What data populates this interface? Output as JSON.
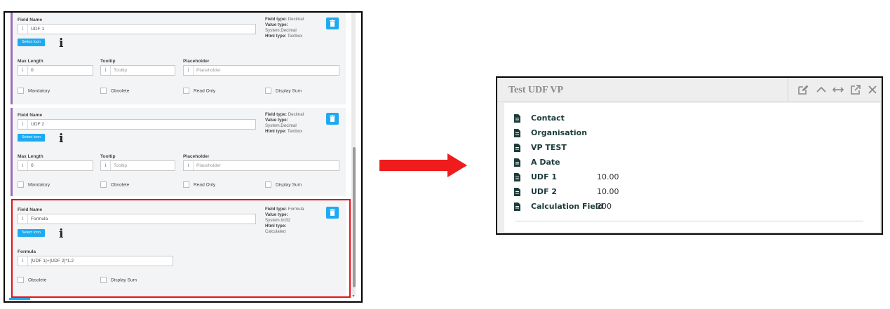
{
  "left": {
    "cards": [
      {
        "field_name_label": "Field Name",
        "field_name_value": "UDF 1",
        "select_icon_label": "Select Icon",
        "type_info": {
          "field_type_label": "Field type:",
          "field_type_value": "Decimal",
          "value_type_label": "Value type:",
          "value_type_value": "System.Decimal",
          "html_type_label": "Html type:",
          "html_type_value": "Textbox"
        },
        "max_length_label": "Max Length",
        "max_length_value": "0",
        "tooltip_label": "Tooltip",
        "tooltip_placeholder": "Tooltip",
        "placeholder_label": "Placeholder",
        "placeholder_placeholder": "Placeholder",
        "checkboxes": [
          "Mandatory",
          "Obsolete",
          "Read Only",
          "Display Sum"
        ]
      },
      {
        "field_name_label": "Field Name",
        "field_name_value": "UDF 2",
        "select_icon_label": "Select Icon",
        "type_info": {
          "field_type_label": "Field type:",
          "field_type_value": "Decimal",
          "value_type_label": "Value type:",
          "value_type_value": "System.Decimal",
          "html_type_label": "Html type:",
          "html_type_value": "Textbox"
        },
        "max_length_label": "Max Length",
        "max_length_value": "0",
        "tooltip_label": "Tooltip",
        "tooltip_placeholder": "Tooltip",
        "placeholder_label": "Placeholder",
        "placeholder_placeholder": "Placeholder",
        "checkboxes": [
          "Mandatory",
          "Obsolete",
          "Read Only",
          "Display Sum"
        ]
      },
      {
        "field_name_label": "Field Name",
        "field_name_value": "Formula",
        "select_icon_label": "Select Icon",
        "type_info": {
          "field_type_label": "Field type:",
          "field_type_value": "Formula",
          "value_type_label": "Value type:",
          "value_type_value": "System.Int32",
          "html_type_label": "Html type:",
          "html_type_value": "Calculated"
        },
        "formula_label": "Formula",
        "formula_value": "[UDF 1]+[UDF 2]*1.2",
        "checkboxes": [
          "Obsolete",
          "Display Sum"
        ]
      }
    ],
    "info_prefix": "i",
    "big_info": "i"
  },
  "right": {
    "title": "Test UDF VP",
    "toolbar_icons": [
      "edit-icon",
      "collapse-icon",
      "expand-horizontal-icon",
      "popout-icon",
      "close-icon"
    ],
    "rows": [
      {
        "label": "Contact",
        "value": ""
      },
      {
        "label": "Organisation",
        "value": ""
      },
      {
        "label": "VP TEST",
        "value": ""
      },
      {
        "label": "A Date",
        "value": ""
      },
      {
        "label": "UDF 1",
        "value": "10.00"
      },
      {
        "label": "UDF 2",
        "value": "10.00"
      },
      {
        "label": "Calculation Field",
        "value": "200"
      }
    ]
  },
  "colors": {
    "accent_blue": "#1eaaf1",
    "highlight_red": "#e0141b",
    "arrow_red": "#ee1c1c",
    "card_left_border": "#9b6fb6"
  }
}
